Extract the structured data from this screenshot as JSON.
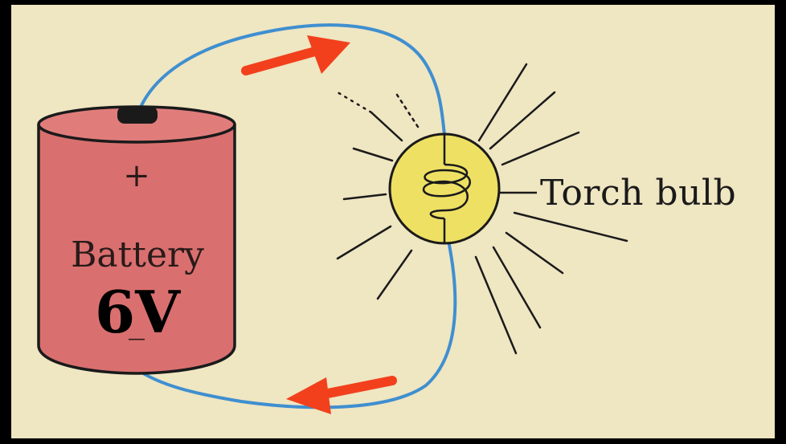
{
  "diagram": {
    "battery": {
      "label": "Battery",
      "positive": "+",
      "negative": "_",
      "voltage": "6V"
    },
    "bulb": {
      "label": "Torch bulb"
    },
    "colors": {
      "background": "#efe6c2",
      "battery_fill": "#d9706f",
      "bulb_fill": "#eee063",
      "wire": "#3f8fd0",
      "arrow": "#f2401d"
    },
    "current_direction": "clockwise"
  }
}
